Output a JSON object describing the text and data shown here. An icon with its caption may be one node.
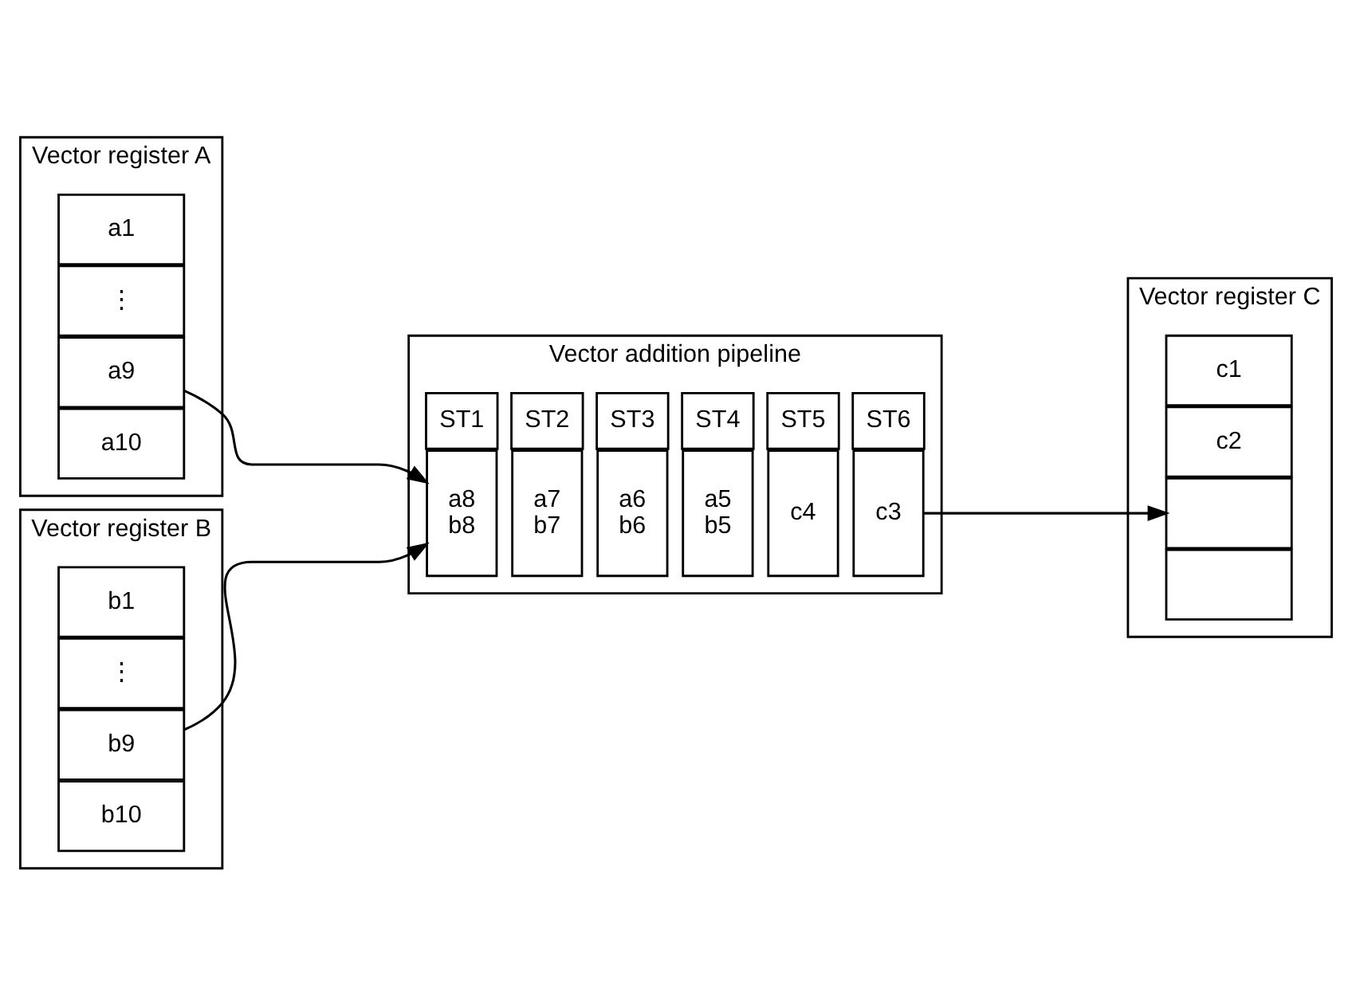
{
  "diagram": {
    "nodes": [
      {
        "text": [
          "Vector register A"
        ]
      },
      {
        "text": [
          "a1"
        ],
        "in": 0
      },
      {
        "text": [
          "⋮"
        ],
        "in": 0
      },
      {
        "text": [
          "a9"
        ],
        "in": 0
      },
      {
        "text": [
          "a10"
        ],
        "in": 0
      },
      {
        "text": [
          "Vector register B"
        ]
      },
      {
        "text": [
          "b1"
        ],
        "in": 5
      },
      {
        "text": [
          "⋮"
        ],
        "in": 5
      },
      {
        "text": [
          "b9"
        ],
        "in": 5
      },
      {
        "text": [
          "b10"
        ],
        "in": 5
      },
      {
        "text": [
          "Vector addition pipeline"
        ]
      },
      {
        "text": [
          "ST1"
        ],
        "in": 10
      },
      {
        "text": [
          "ST2"
        ],
        "in": 10
      },
      {
        "text": [
          "ST3"
        ],
        "in": 10
      },
      {
        "text": [
          "ST4"
        ],
        "in": 10
      },
      {
        "text": [
          "ST5"
        ],
        "in": 10
      },
      {
        "text": [
          "ST6"
        ],
        "in": 10
      },
      {
        "text": [
          "a8",
          "b8"
        ],
        "in": 10
      },
      {
        "text": [
          "a7",
          "b7"
        ],
        "in": 10
      },
      {
        "text": [
          "a6",
          "b6"
        ],
        "in": 10
      },
      {
        "text": [
          "a5",
          "b5"
        ],
        "in": 10
      },
      {
        "text": [
          "c4"
        ],
        "in": 10
      },
      {
        "text": [
          "c3"
        ],
        "in": 10
      },
      {
        "text": [
          "Vector register C"
        ]
      },
      {
        "text": [
          "c1"
        ],
        "in": 23
      },
      {
        "text": [
          "c2"
        ],
        "in": 23
      },
      {
        "text": [],
        "shape": "box",
        "in": 23
      },
      {
        "text": [],
        "shape": "box",
        "in": 23
      }
    ],
    "edges": [
      {
        "from": 3,
        "to": 17,
        "arrow": "to"
      },
      {
        "from": 8,
        "to": 17,
        "arrow": "to"
      },
      {
        "from": 22,
        "to": 26,
        "arrow": "to"
      }
    ]
  }
}
